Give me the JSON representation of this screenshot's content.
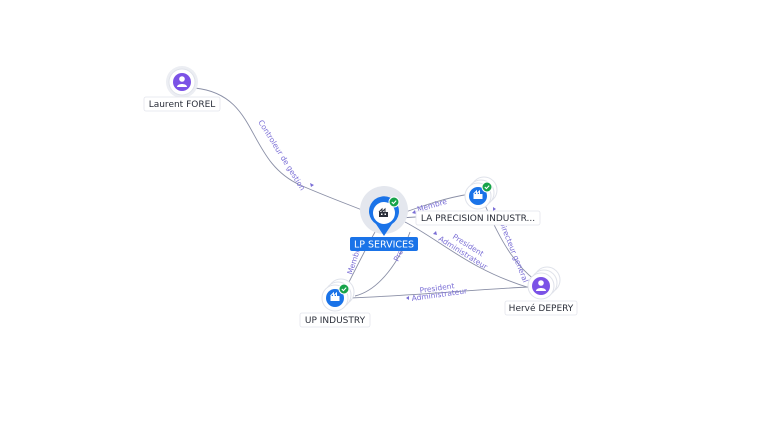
{
  "colors": {
    "edge": "#8a8fa6",
    "edge_label": "#7b6fd6",
    "person": "#7b52e6",
    "company": "#1a73e8",
    "check": "#17a34a",
    "primary": "#1a73e8"
  },
  "nodes": {
    "laurent": {
      "label": "Laurent FOREL",
      "icon": "person-icon"
    },
    "lp": {
      "label": "LP SERVICES",
      "icon": "building-icon"
    },
    "laprecision": {
      "label": "LA PRECISION INDUSTR...",
      "icon": "building-icon"
    },
    "herve": {
      "label": "Hervé DEPERY",
      "icon": "person-icon"
    },
    "up": {
      "label": "UP INDUSTRY",
      "icon": "building-icon"
    }
  },
  "edges": {
    "controleur": "Controleur de gestion",
    "membre_lp_laprec": "Membre",
    "president_adm_1": "President",
    "president_adm_2": "Administrateur",
    "directeur": "Directeur general",
    "president_up": "President",
    "president_adm_3": "President",
    "president_adm_4": "Administrateur",
    "membre_up": "Membre",
    "pres_up_lp": "Pre"
  }
}
